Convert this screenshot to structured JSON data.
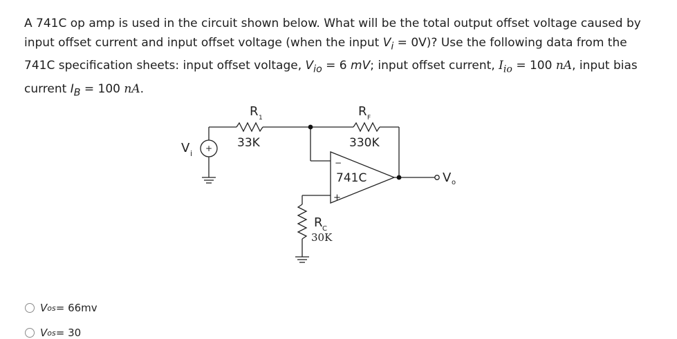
{
  "question": {
    "p1": "A 741C op amp is used in the circuit shown below. What will be the total output offset voltage caused by input offset current and input offset voltage (when the input ",
    "vi_sym": "V",
    "vi_sub": "i",
    "p2": " = 0V)? Use the following data from the 741C specification sheets:  input offset voltage, ",
    "vio_sym": "V",
    "vio_sub": "io",
    "vio_val": " = 6 ",
    "vio_unit": "mV",
    "p3": "; input offset current, ",
    "iio_sym": "I",
    "iio_sub": "io",
    "iio_val": " = 100 ",
    "iio_unit": "nA",
    "p4": ", input bias current ",
    "ib_sym": "I",
    "ib_sub": "B",
    "ib_val": " = 100 ",
    "ib_unit": "nA",
    "p5": "."
  },
  "circuit": {
    "r1_name": "R",
    "r1_sub": "1",
    "r1_value": "33K",
    "rf_name": "R",
    "rf_sub": "F",
    "rf_value": "330K",
    "rc_name": "R",
    "rc_sub": "C",
    "rc_value": "30K",
    "opamp_label": "741C",
    "minus": "−",
    "plus": "+",
    "source_plus": "+",
    "vi_name": "V",
    "vi_sub": "i",
    "vo_name": "V",
    "vo_sub": "o"
  },
  "options": {
    "a_sym": "V",
    "a_sub": "os",
    "a_text": " = 66mv",
    "b_sym": "V",
    "b_sub": "os",
    "b_text": " = 30"
  }
}
